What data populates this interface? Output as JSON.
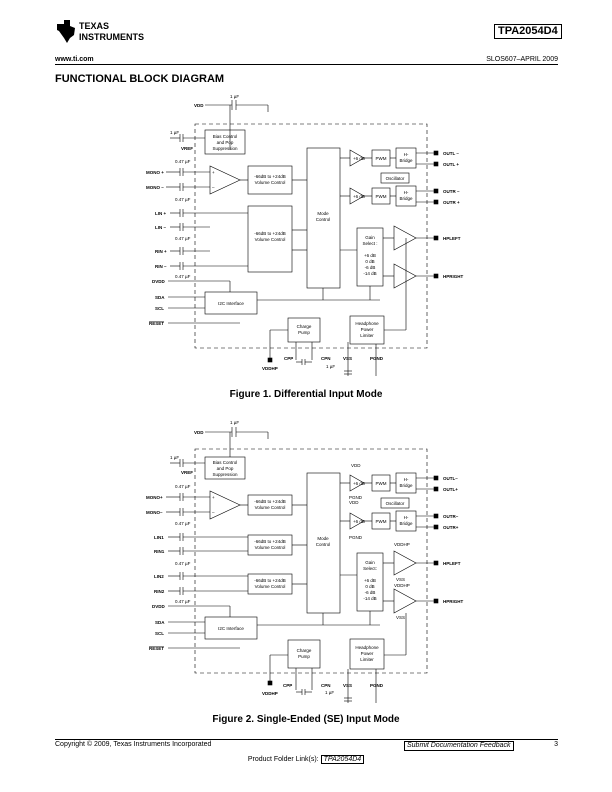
{
  "header": {
    "company_line1": "TEXAS",
    "company_line2": "INSTRUMENTS",
    "doc_id": "TPA2054D4",
    "url": "www.ti.com",
    "doc_rev": "SLOS607–APRIL 2009"
  },
  "section_title": "FUNCTIONAL BLOCK DIAGRAM",
  "fig1": {
    "caption": "Figure 1. Differential Input Mode",
    "labels": {
      "vdd": "VDD",
      "vref": "VREF",
      "cap_1uF": "1 µF",
      "cap_047uF": "0.47 µF",
      "mono_p": "MONO +",
      "mono_n": "MONO –",
      "lin_p": "LIN +",
      "lin_n": "LIN –",
      "rin_p": "RIN +",
      "rin_n": "RIN –",
      "dvdd": "DVDD",
      "sda": "SDA",
      "scl": "SCL",
      "reset": "RESET",
      "bias1": "Bias Control",
      "bias2": "and Pop",
      "bias3": "Suppression",
      "vol1": "-66dB to +24dB",
      "vol2": "Volume Control",
      "mode1": "Mode",
      "mode2": "Control",
      "i2c": "I2C Interface",
      "pwm": "PWM",
      "hb1": "H-",
      "hb2": "Bridge",
      "osc": "Oscillator",
      "gain_6db": "+6 dB",
      "outl_n": "OUTL –",
      "outl_p": "OUTL +",
      "outr_n": "OUTR –",
      "outr_p": "OUTR +",
      "gs1": "Gain",
      "gs2": "Select :",
      "gs3": "+6 dB",
      "gs4": "0 dB",
      "gs5": "-6 dB",
      "gs6": "-14 dB",
      "hpleft": "HPLEFT",
      "hpright": "HPRIGHT",
      "cp1": "Charge",
      "cp2": "Pump",
      "hp1": "Headphone",
      "hp2": "Power",
      "hp3": "Limiter",
      "cpp": "CPP",
      "cpn": "CPN",
      "vss": "VSS",
      "pgnd": "PGND",
      "vddhp": "VDDHP",
      "plus": "+",
      "minus": "–"
    }
  },
  "fig2": {
    "caption": "Figure 2. Single-Ended (SE) Input Mode",
    "labels": {
      "vdd": "VDD",
      "vref": "VREF",
      "cap_1uF": "1 µF",
      "cap_047uF": "0.47 µF",
      "mono_p": "MONO+",
      "mono_n": "MONO–",
      "lin1": "LIN1",
      "rin1": "RIN1",
      "lin2": "LIN2",
      "rin2": "RIN2",
      "dvdd": "DVDD",
      "sda": "SDA",
      "scl": "SCL",
      "reset": "RESET",
      "bias1": "Bias Control",
      "bias2": "and Pop",
      "bias3": "Suppression",
      "vol1": "-66dB to +24dB",
      "vol2": "Volume Control",
      "mode1": "Mode",
      "mode2": "Control",
      "i2c": "I2C Interface",
      "pwm": "PWM",
      "hb1": "H-",
      "hb2": "Bridge",
      "osc": "Oscillator",
      "gain_6db": "+6 dB",
      "pgnd": "PGND",
      "vdd_s": "VDD",
      "outl_n": "OUTL–",
      "outl_p": "OUTL+",
      "outr_n": "OUTR–",
      "outr_p": "OUTR+",
      "gs1": "Gain",
      "gs2": "Select:",
      "gs3": "+6 dB",
      "gs4": "0 dB",
      "gs5": "-6 dB",
      "gs6": "-14 dB",
      "vddhp": "VDDHP",
      "vss": "VSS",
      "hpleft": "HPLEFT",
      "hpright": "HPRIGHT",
      "cp1": "Charge",
      "cp2": "Pump",
      "hp1": "Headphone",
      "hp2": "Power",
      "hp3": "Limiter",
      "cpp": "CPP",
      "cpn": "CPN",
      "plus": "+",
      "minus": "–"
    }
  },
  "footer": {
    "copyright": "Copyright © 2009, Texas Instruments Incorporated",
    "feedback": "Submit Documentation Feedback",
    "page": "3",
    "folder_prefix": "Product Folder Link(s): ",
    "folder_link": "TPA2054D4"
  }
}
